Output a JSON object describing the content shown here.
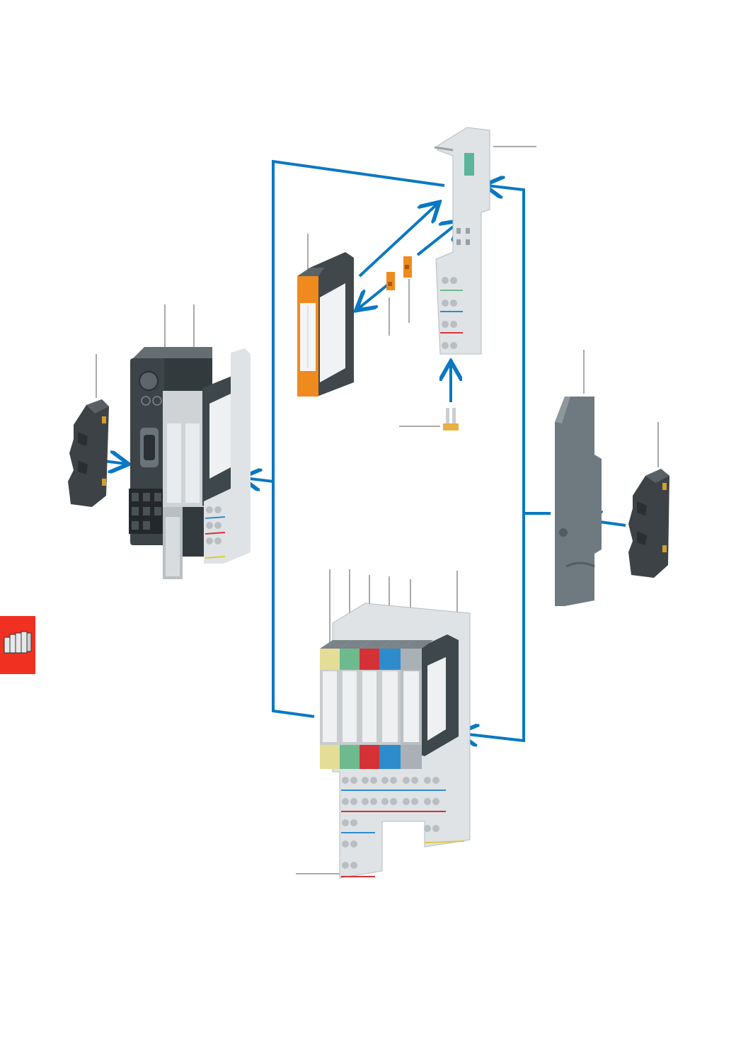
{
  "diagram": {
    "colors": {
      "arrow": "#0a78c2",
      "module_dark": "#3c4448",
      "module_mid": "#6f7a80",
      "housing_light": "#dfe3e5",
      "module_orange": "#ef8a1e",
      "label_yellow": "#e4dd97",
      "label_green": "#6dba8f",
      "label_red": "#d43236",
      "label_blue": "#2f8ccc",
      "label_grey": "#a9b0b6",
      "end_bracket": "#3d4246",
      "side_tab": "#f03020"
    },
    "components": [
      {
        "name": "end-bracket-left"
      },
      {
        "name": "bus-coupler"
      },
      {
        "name": "electronic-module-orange"
      },
      {
        "name": "coding-element-a"
      },
      {
        "name": "coding-element-b"
      },
      {
        "name": "base-module"
      },
      {
        "name": "jumper"
      },
      {
        "name": "module-group"
      },
      {
        "name": "end-plate"
      },
      {
        "name": "end-bracket-right"
      }
    ],
    "side_tab_icon": "modules-icon"
  }
}
